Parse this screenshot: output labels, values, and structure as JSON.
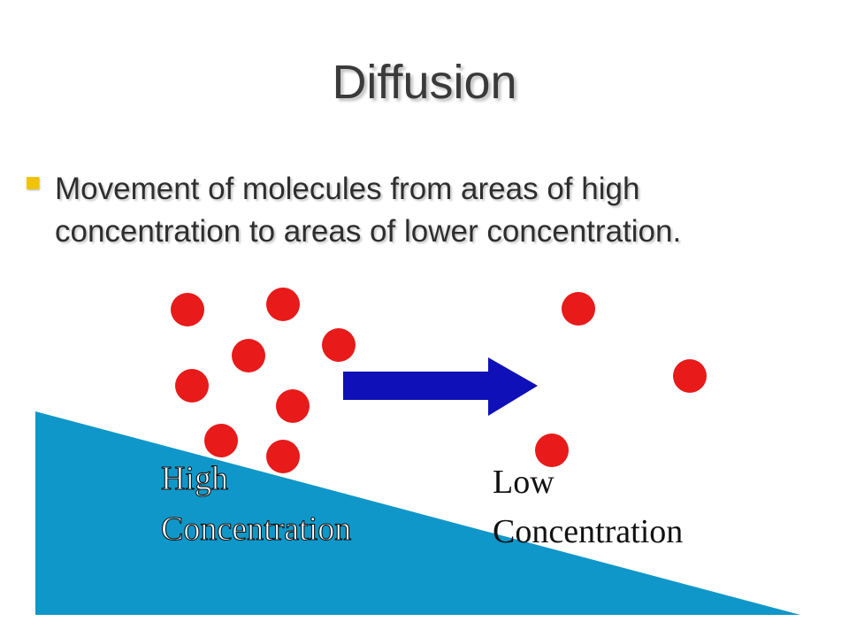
{
  "slide": {
    "title": "Diffusion",
    "bullet": "Movement of molecules from areas of high concentration to areas of lower concentration."
  },
  "diagram": {
    "high_label_line1": "High",
    "high_label_line2": "Concentration",
    "low_label_line1": "Low",
    "low_label_line2": "Concentration",
    "molecule_color": "#e81a1a",
    "arrow_color": "#1010b8",
    "triangle_color": "#0f97c9"
  }
}
